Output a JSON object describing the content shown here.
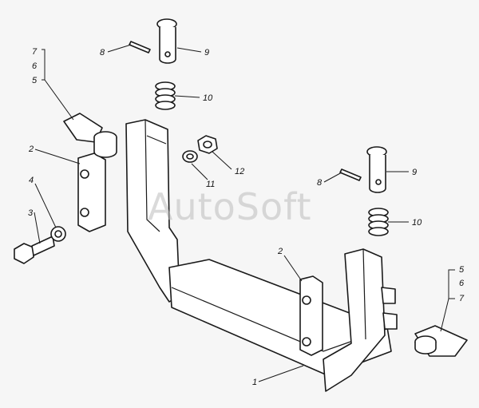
{
  "watermark": "AutoSoft",
  "callouts": {
    "c7a": "7",
    "c6a": "6",
    "c5a": "5",
    "c8a": "8",
    "c9a": "9",
    "c10a": "10",
    "c2a": "2",
    "c4": "4",
    "c3": "3",
    "c11": "11",
    "c12": "12",
    "c8b": "8",
    "c9b": "9",
    "c10b": "10",
    "c2b": "2",
    "c5b": "5",
    "c6b": "6",
    "c7b": "7",
    "c1": "1"
  }
}
